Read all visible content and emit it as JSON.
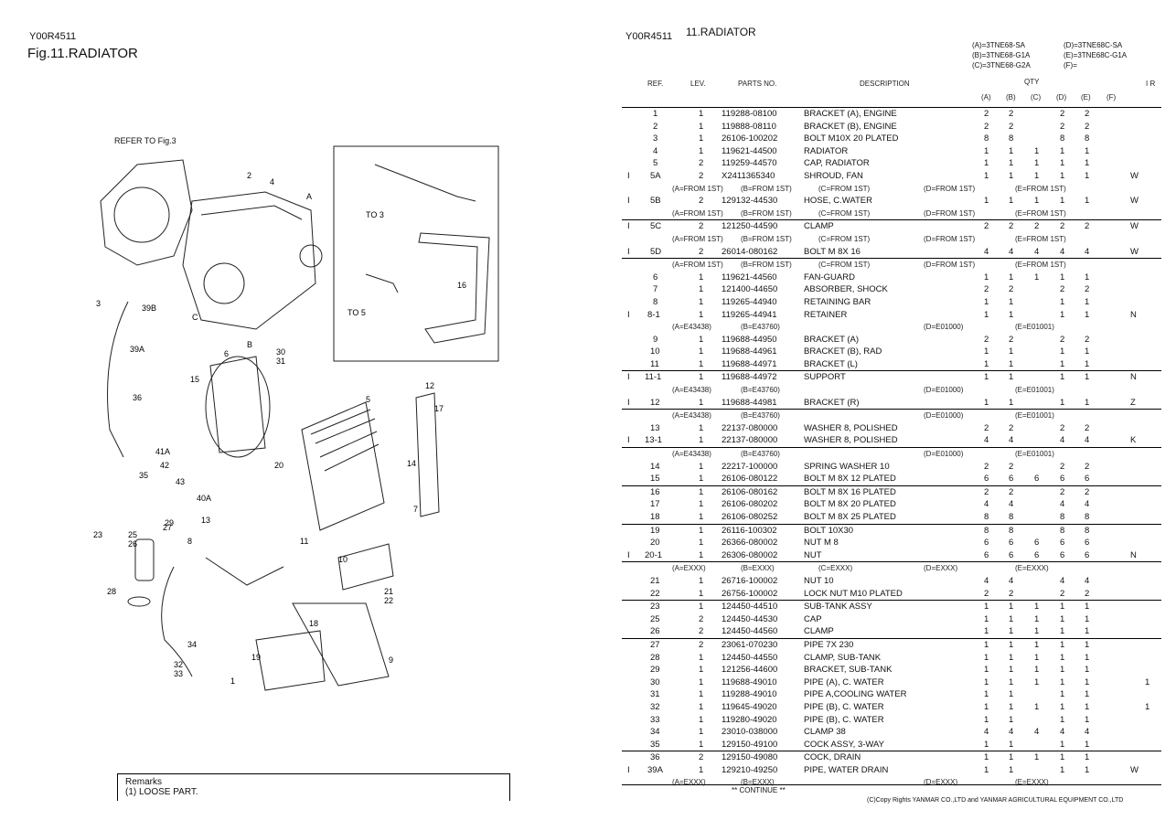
{
  "left": {
    "code": "Y00R4511",
    "title": "Fig.11.RADIATOR",
    "refer": "REFER TO Fig.3",
    "remarks_title": "Remarks",
    "remarks_text": "(1) LOOSE PART."
  },
  "right": {
    "code": "Y00R4511",
    "title": "11.RADIATOR",
    "models": [
      "(A)=3TNE68-SA",
      "(B)=3TNE68-G1A",
      "(C)=3TNE68-G2A",
      "(D)=3TNE68C-SA",
      "(E)=3TNE68C-G1A",
      "(F)="
    ],
    "headers": {
      "ref": "REF.",
      "lev": "LEV.",
      "parts": "PARTS NO.",
      "desc": "DESCRIPTION",
      "qty": "QTY",
      "ir": "I R",
      "cols": [
        "(A)",
        "(B)",
        "(C)",
        "(D)",
        "(E)",
        "(F)"
      ]
    },
    "continue": "** CONTINUE **",
    "copyright": "(C)Copy Rights  YANMAR CO.,LTD and YANMAR AGRICULTURAL EQUIPMENT CO.,LTD"
  },
  "rows": [
    {
      "ref": "1",
      "lev": "1",
      "part": "119288-08100",
      "desc": "BRACKET (A), ENGINE",
      "q": [
        "2",
        "2",
        "",
        "2",
        "2",
        ""
      ],
      "ir": "",
      "sep": true
    },
    {
      "ref": "2",
      "lev": "1",
      "part": "119888-08110",
      "desc": "BRACKET (B), ENGINE",
      "q": [
        "2",
        "2",
        "",
        "2",
        "2",
        ""
      ],
      "ir": ""
    },
    {
      "ref": "3",
      "lev": "1",
      "part": "26106-100202",
      "desc": "BOLT M10X 20 PLATED",
      "q": [
        "8",
        "8",
        "",
        "8",
        "8",
        ""
      ],
      "ir": ""
    },
    {
      "ref": "4",
      "lev": "1",
      "part": "119621-44500",
      "desc": "RADIATOR",
      "q": [
        "1",
        "1",
        "1",
        "1",
        "1",
        ""
      ],
      "ir": ""
    },
    {
      "ref": "5",
      "lev": "2",
      "part": "119259-44570",
      "desc": "CAP, RADIATOR",
      "q": [
        "1",
        "1",
        "1",
        "1",
        "1",
        ""
      ],
      "ir": ""
    },
    {
      "ref": "5A",
      "lev": "2",
      "part": "X2411365340",
      "desc": "SHROUD, FAN",
      "q": [
        "1",
        "1",
        "1",
        "1",
        "1",
        ""
      ],
      "ir": "W",
      "mark": "I"
    },
    {
      "note": [
        "(A=FROM 1ST)",
        "(B=FROM 1ST)",
        "(C=FROM 1ST)",
        "(D=FROM 1ST)",
        "(E=FROM 1ST)"
      ]
    },
    {
      "ref": "5B",
      "lev": "2",
      "part": "129132-44530",
      "desc": "HOSE, C.WATER",
      "q": [
        "1",
        "1",
        "1",
        "1",
        "1",
        ""
      ],
      "ir": "W",
      "mark": "I"
    },
    {
      "note": [
        "(A=FROM 1ST)",
        "(B=FROM 1ST)",
        "(C=FROM 1ST)",
        "(D=FROM 1ST)",
        "(E=FROM 1ST)"
      ]
    },
    {
      "ref": "5C",
      "lev": "2",
      "part": "121250-44590",
      "desc": "CLAMP",
      "q": [
        "2",
        "2",
        "2",
        "2",
        "2",
        ""
      ],
      "ir": "W",
      "mark": "I",
      "sep": true
    },
    {
      "note": [
        "(A=FROM 1ST)",
        "(B=FROM 1ST)",
        "(C=FROM 1ST)",
        "(D=FROM 1ST)",
        "(E=FROM 1ST)"
      ]
    },
    {
      "ref": "5D",
      "lev": "2",
      "part": "26014-080162",
      "desc": "BOLT M 8X 16",
      "q": [
        "4",
        "4",
        "4",
        "4",
        "4",
        ""
      ],
      "ir": "W",
      "mark": "I"
    },
    {
      "note": [
        "(A=FROM 1ST)",
        "(B=FROM 1ST)",
        "(C=FROM 1ST)",
        "(D=FROM 1ST)",
        "(E=FROM 1ST)"
      ],
      "sep": true
    },
    {
      "ref": "6",
      "lev": "1",
      "part": "119621-44560",
      "desc": "FAN-GUARD",
      "q": [
        "1",
        "1",
        "1",
        "1",
        "1",
        ""
      ],
      "ir": ""
    },
    {
      "ref": "7",
      "lev": "1",
      "part": "121400-44650",
      "desc": "ABSORBER, SHOCK",
      "q": [
        "2",
        "2",
        "",
        "2",
        "2",
        ""
      ],
      "ir": ""
    },
    {
      "ref": "8",
      "lev": "1",
      "part": "119265-44940",
      "desc": "RETAINING BAR",
      "q": [
        "1",
        "1",
        "",
        "1",
        "1",
        ""
      ],
      "ir": ""
    },
    {
      "ref": "8-1",
      "lev": "1",
      "part": "119265-44941",
      "desc": "RETAINER",
      "q": [
        "1",
        "1",
        "",
        "1",
        "1",
        ""
      ],
      "ir": "N",
      "mark": "I"
    },
    {
      "note": [
        "(A=E43438)",
        "(B=E43760)",
        "",
        "(D=E01000)",
        "(E=E01001)"
      ]
    },
    {
      "ref": "9",
      "lev": "1",
      "part": "119688-44950",
      "desc": "BRACKET (A)",
      "q": [
        "2",
        "2",
        "",
        "2",
        "2",
        ""
      ],
      "ir": ""
    },
    {
      "ref": "10",
      "lev": "1",
      "part": "119688-44961",
      "desc": "BRACKET (B), RAD",
      "q": [
        "1",
        "1",
        "",
        "1",
        "1",
        ""
      ],
      "ir": ""
    },
    {
      "ref": "11",
      "lev": "1",
      "part": "119688-44971",
      "desc": "BRACKET (L)",
      "q": [
        "1",
        "1",
        "",
        "1",
        "1",
        ""
      ],
      "ir": ""
    },
    {
      "ref": "11-1",
      "lev": "1",
      "part": "119688-44972",
      "desc": "SUPPORT",
      "q": [
        "1",
        "1",
        "",
        "1",
        "1",
        ""
      ],
      "ir": "N",
      "mark": "I",
      "sep": true
    },
    {
      "note": [
        "(A=E43438)",
        "(B=E43760)",
        "",
        "(D=E01000)",
        "(E=E01001)"
      ]
    },
    {
      "ref": "12",
      "lev": "1",
      "part": "119688-44981",
      "desc": "BRACKET (R)",
      "q": [
        "1",
        "1",
        "",
        "1",
        "1",
        ""
      ],
      "ir": "Z",
      "mark": "I"
    },
    {
      "note": [
        "(A=E43438)",
        "(B=E43760)",
        "",
        "(D=E01000)",
        "(E=E01001)"
      ],
      "sep": true
    },
    {
      "ref": "13",
      "lev": "1",
      "part": "22137-080000",
      "desc": "WASHER 8, POLISHED",
      "q": [
        "2",
        "2",
        "",
        "2",
        "2",
        ""
      ],
      "ir": ""
    },
    {
      "ref": "13-1",
      "lev": "1",
      "part": "22137-080000",
      "desc": "WASHER 8, POLISHED",
      "q": [
        "4",
        "4",
        "",
        "4",
        "4",
        ""
      ],
      "ir": "K",
      "mark": "I"
    },
    {
      "note": [
        "(A=E43438)",
        "(B=E43760)",
        "",
        "(D=E01000)",
        "(E=E01001)"
      ],
      "sep": true
    },
    {
      "ref": "14",
      "lev": "1",
      "part": "22217-100000",
      "desc": "SPRING WASHER 10",
      "q": [
        "2",
        "2",
        "",
        "2",
        "2",
        ""
      ],
      "ir": ""
    },
    {
      "ref": "15",
      "lev": "1",
      "part": "26106-080122",
      "desc": "BOLT M 8X 12 PLATED",
      "q": [
        "6",
        "6",
        "6",
        "6",
        "6",
        ""
      ],
      "ir": ""
    },
    {
      "ref": "16",
      "lev": "1",
      "part": "26106-080162",
      "desc": "BOLT M 8X 16 PLATED",
      "q": [
        "2",
        "2",
        "",
        "2",
        "2",
        ""
      ],
      "ir": "",
      "sep": true
    },
    {
      "ref": "17",
      "lev": "1",
      "part": "26106-080202",
      "desc": "BOLT M 8X 20 PLATED",
      "q": [
        "4",
        "4",
        "",
        "4",
        "4",
        ""
      ],
      "ir": ""
    },
    {
      "ref": "18",
      "lev": "1",
      "part": "26106-080252",
      "desc": "BOLT M 8X 25 PLATED",
      "q": [
        "8",
        "8",
        "",
        "8",
        "8",
        ""
      ],
      "ir": ""
    },
    {
      "ref": "19",
      "lev": "1",
      "part": "26116-100302",
      "desc": "BOLT 10X30",
      "q": [
        "8",
        "8",
        "",
        "8",
        "8",
        ""
      ],
      "ir": "",
      "sep": true
    },
    {
      "ref": "20",
      "lev": "1",
      "part": "26366-080002",
      "desc": "NUT M 8",
      "q": [
        "6",
        "6",
        "6",
        "6",
        "6",
        ""
      ],
      "ir": ""
    },
    {
      "ref": "20-1",
      "lev": "1",
      "part": "26306-080002",
      "desc": "NUT",
      "q": [
        "6",
        "6",
        "6",
        "6",
        "6",
        ""
      ],
      "ir": "N",
      "mark": "I"
    },
    {
      "note": [
        "(A=EXXX)",
        "(B=EXXX)",
        "(C=EXXX)",
        "(D=EXXX)",
        "(E=EXXX)"
      ],
      "sep": true
    },
    {
      "ref": "21",
      "lev": "1",
      "part": "26716-100002",
      "desc": "NUT 10",
      "q": [
        "4",
        "4",
        "",
        "4",
        "4",
        ""
      ],
      "ir": ""
    },
    {
      "ref": "22",
      "lev": "1",
      "part": "26756-100002",
      "desc": "LOCK NUT M10 PLATED",
      "q": [
        "2",
        "2",
        "",
        "2",
        "2",
        ""
      ],
      "ir": ""
    },
    {
      "ref": "23",
      "lev": "1",
      "part": "124450-44510",
      "desc": "SUB-TANK ASSY",
      "q": [
        "1",
        "1",
        "1",
        "1",
        "1",
        ""
      ],
      "ir": "",
      "sep": true
    },
    {
      "ref": "25",
      "lev": "2",
      "part": "124450-44530",
      "desc": "CAP",
      "q": [
        "1",
        "1",
        "1",
        "1",
        "1",
        ""
      ],
      "ir": ""
    },
    {
      "ref": "26",
      "lev": "2",
      "part": "124450-44560",
      "desc": "CLAMP",
      "q": [
        "1",
        "1",
        "1",
        "1",
        "1",
        ""
      ],
      "ir": ""
    },
    {
      "ref": "27",
      "lev": "2",
      "part": "23061-070230",
      "desc": "PIPE  7X 230",
      "q": [
        "1",
        "1",
        "1",
        "1",
        "1",
        ""
      ],
      "ir": "",
      "sep": true
    },
    {
      "ref": "28",
      "lev": "1",
      "part": "124450-44550",
      "desc": "CLAMP, SUB-TANK",
      "q": [
        "1",
        "1",
        "1",
        "1",
        "1",
        ""
      ],
      "ir": ""
    },
    {
      "ref": "29",
      "lev": "1",
      "part": "121256-44600",
      "desc": "BRACKET, SUB-TANK",
      "q": [
        "1",
        "1",
        "1",
        "1",
        "1",
        ""
      ],
      "ir": ""
    },
    {
      "ref": "30",
      "lev": "1",
      "part": "119688-49010",
      "desc": "PIPE (A), C. WATER",
      "q": [
        "1",
        "1",
        "1",
        "1",
        "1",
        ""
      ],
      "ir": "1"
    },
    {
      "ref": "31",
      "lev": "1",
      "part": "119288-49010",
      "desc": "PIPE A,COOLING WATER",
      "q": [
        "1",
        "1",
        "",
        "1",
        "1",
        ""
      ],
      "ir": ""
    },
    {
      "ref": "32",
      "lev": "1",
      "part": "119645-49020",
      "desc": "PIPE (B), C. WATER",
      "q": [
        "1",
        "1",
        "1",
        "1",
        "1",
        ""
      ],
      "ir": "1"
    },
    {
      "ref": "33",
      "lev": "1",
      "part": "119280-49020",
      "desc": "PIPE (B), C. WATER",
      "q": [
        "1",
        "1",
        "",
        "1",
        "1",
        ""
      ],
      "ir": ""
    },
    {
      "ref": "34",
      "lev": "1",
      "part": "23010-038000",
      "desc": "CLAMP 38",
      "q": [
        "4",
        "4",
        "4",
        "4",
        "4",
        ""
      ],
      "ir": ""
    },
    {
      "ref": "35",
      "lev": "1",
      "part": "129150-49100",
      "desc": "COCK ASSY, 3-WAY",
      "q": [
        "1",
        "1",
        "",
        "1",
        "1",
        ""
      ],
      "ir": ""
    },
    {
      "ref": "36",
      "lev": "2",
      "part": "129150-49080",
      "desc": "COCK, DRAIN",
      "q": [
        "1",
        "1",
        "1",
        "1",
        "1",
        ""
      ],
      "ir": "",
      "sep": true
    },
    {
      "ref": "39A",
      "lev": "1",
      "part": "129210-49250",
      "desc": "PIPE, WATER DRAIN",
      "q": [
        "1",
        "1",
        "",
        "1",
        "1",
        ""
      ],
      "ir": "W",
      "mark": "I"
    },
    {
      "note": [
        "(A=EXXX)",
        "(B=EXXX)",
        "",
        "(D=EXXX)",
        "(E=EXXX)"
      ]
    }
  ],
  "callouts": [
    "1",
    "2",
    "3",
    "4",
    "5",
    "6",
    "7",
    "8",
    "9",
    "10",
    "11",
    "12",
    "13",
    "14",
    "15",
    "16",
    "17",
    "18",
    "19",
    "20",
    "21",
    "22",
    "23",
    "25",
    "26",
    "27",
    "28",
    "29",
    "30",
    "31",
    "32",
    "33",
    "34",
    "35",
    "36",
    "39A",
    "39B",
    "40A",
    "41A",
    "42",
    "43",
    "A",
    "B",
    "C",
    "TO 3",
    "TO 5"
  ]
}
